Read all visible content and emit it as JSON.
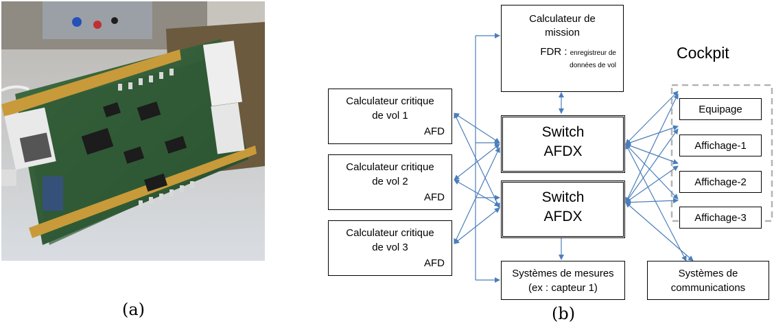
{
  "panel_a": {
    "label": "(a)",
    "image": "AFDX avionics computer circuit boards photo"
  },
  "panel_b": {
    "label": "(b)",
    "cockpit_title": "Cockpit",
    "mission": {
      "line1": "Calculateur de",
      "line2": "mission",
      "fdr_prefix": "FDR :",
      "fdr_small1": "enregistreur de",
      "fdr_small2": "données de vol"
    },
    "critical": [
      {
        "line1": "Calculateur critique",
        "line2": "de vol 1",
        "tag": "AFD"
      },
      {
        "line1": "Calculateur critique",
        "line2": "de vol 2",
        "tag": "AFD"
      },
      {
        "line1": "Calculateur critique",
        "line2": "de vol 3",
        "tag": "AFD"
      }
    ],
    "switches": [
      {
        "line1": "Switch",
        "line2": "AFDX"
      },
      {
        "line1": "Switch",
        "line2": "AFDX"
      }
    ],
    "cockpit_items": [
      "Equipage",
      "Affichage-1",
      "Affichage-2",
      "Affichage-3"
    ],
    "measures": {
      "line1": "Systèmes de mesures",
      "line2": "(ex : capteur 1)"
    },
    "comms": {
      "line1": "Systèmes de",
      "line2": "communications"
    }
  },
  "colors": {
    "link": "#4a7ebb",
    "cockpit_border": "#b3b3b3"
  }
}
